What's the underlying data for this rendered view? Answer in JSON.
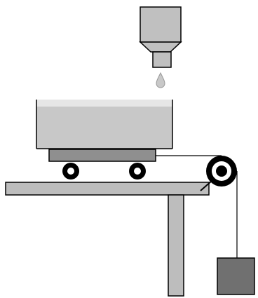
{
  "diagram": {
    "components": [
      "hopper",
      "sand-drop",
      "cart",
      "tank",
      "table",
      "table-leg",
      "pulley",
      "string",
      "hanging-mass"
    ]
  },
  "colors": {
    "hopper": "#c0c0c0",
    "tank_wall": "#e6e6e6",
    "tank_fill": "#c8c8c8",
    "cart_base": "#8f8f8f",
    "wheel": "#000000",
    "table": "#bdbdbd",
    "pulley": "#000000",
    "mass": "#707070",
    "string": "#000000",
    "outline": "#000000"
  }
}
